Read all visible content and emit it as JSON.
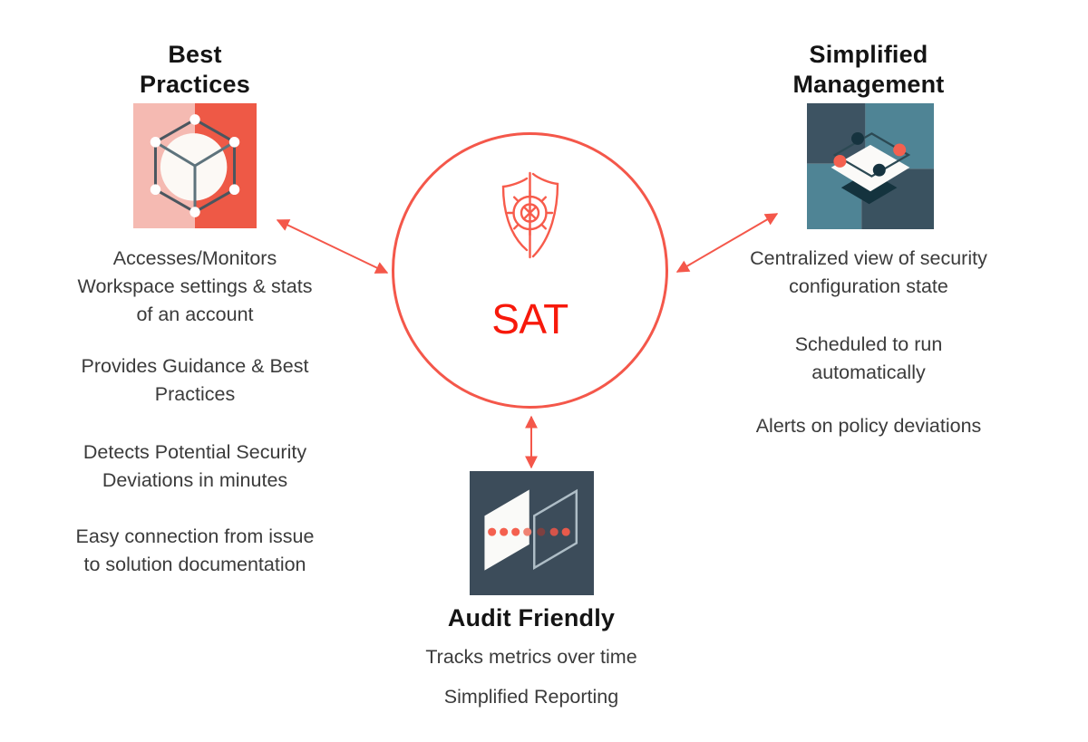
{
  "diagram": {
    "center": {
      "label": "SAT",
      "icon": "shield-helm-icon"
    },
    "best_practices": {
      "title": "Best\nPractices",
      "icon": "cube-icon",
      "points": [
        "Accesses/Monitors\nWorkspace settings & stats\nof an account",
        "Provides Guidance & Best\nPractices",
        "Detects Potential Security\nDeviations in minutes",
        "Easy connection from issue\nto solution documentation"
      ]
    },
    "simplified_management": {
      "title": "Simplified\nManagement",
      "icon": "layered-diamond-icon",
      "points": [
        "Centralized view of security\nconfiguration state",
        "Scheduled to run\nautomatically",
        "Alerts on policy deviations"
      ]
    },
    "audit_friendly": {
      "title": "Audit Friendly",
      "icon": "parallel-planes-icon",
      "points": [
        "Tracks metrics over time",
        "Simplified Reporting"
      ]
    },
    "colors": {
      "accent_arrow": "#F4574A",
      "sat_text": "#F7190B",
      "title_text": "#141414",
      "body_text": "#3B3B3B",
      "tile_pink": "#F5BAB2",
      "tile_coral": "#EE5946",
      "tile_teal": "#4F8495",
      "tile_dark_slate": "#3D5362",
      "tile_navy": "#3C4C5A",
      "dot_salmon": "#F4604F",
      "dot_navy": "#16333F"
    }
  }
}
